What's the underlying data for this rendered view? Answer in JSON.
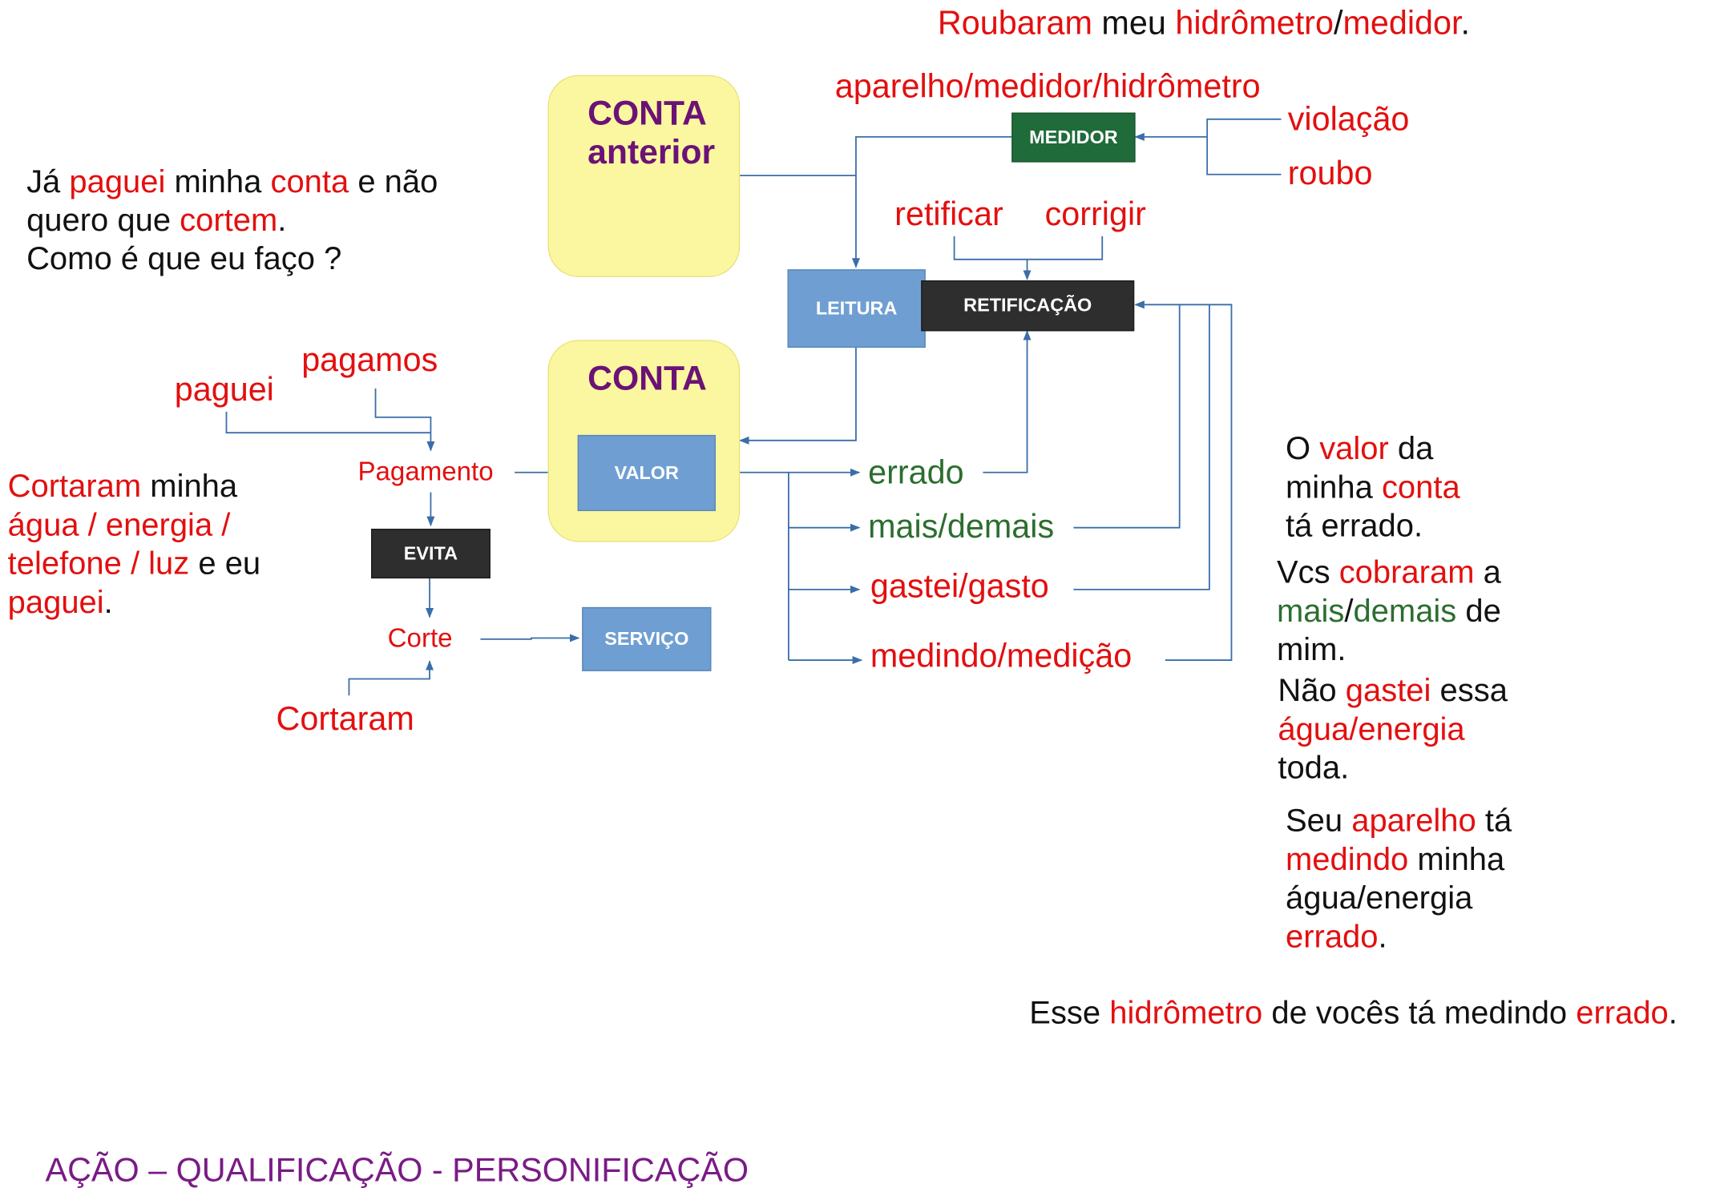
{
  "top_sentence": {
    "w1": "Roubaram",
    "w2": " meu ",
    "w3": "hidrômetro",
    "w4": "/",
    "w5": "medidor",
    "w6": "."
  },
  "device_label": "aparelho/medidor/hidrômetro",
  "violacao": "violação",
  "roubo": "roubo",
  "retificar": "retificar",
  "corrigir": "corrigir",
  "boxes": {
    "medidor": "MEDIDOR",
    "leitura": "LEITURA",
    "retificacao": "RETIFICAÇÃO",
    "valor": "VALOR",
    "evita": "EVITA",
    "servico": "SERVIÇO"
  },
  "conta_anterior": {
    "line1": "CONTA",
    "line2": "anterior"
  },
  "conta": "CONTA",
  "paid_question": {
    "l1a": "Já ",
    "l1b": "paguei",
    "l1c": " minha ",
    "l1d": "conta",
    "l1e": " e não",
    "l2a": "quero que ",
    "l2b": "cortem",
    "l2c": ".",
    "l3": "Como é que eu faço ?"
  },
  "pagamos": "pagamos",
  "paguei": "paguei",
  "pagamento": "Pagamento",
  "corte": "Corte",
  "cortaram": "Cortaram",
  "cut_complaint": {
    "l1a": "Cortaram",
    "l1b": " minha",
    "l2": "água / energia /",
    "l3a": "telefone / luz",
    "l3b": " e eu",
    "l4a": "paguei",
    "l4b": "."
  },
  "branches": {
    "errado": "errado",
    "mais_demais": "mais/demais",
    "gastei_gasto": "gastei/gasto",
    "medindo_medicao": "medindo/medição"
  },
  "right_text": {
    "p1": {
      "l1a": "O ",
      "l1b": "valor",
      "l1c": " da",
      "l2a": "minha ",
      "l2b": "conta",
      "l3": "tá errado."
    },
    "p2": {
      "l1a": "Vcs ",
      "l1b": "cobraram",
      "l1c": " a",
      "l2a": "mais",
      "l2b": "/",
      "l2c": "demais",
      "l2d": " de",
      "l3": "mim."
    },
    "p3": {
      "l1a": "Não ",
      "l1b": "gastei",
      "l1c": " essa",
      "l2": "água/energia",
      "l3": "toda."
    },
    "p4": {
      "l1a": "Seu ",
      "l1b": "aparelho",
      "l1c": " tá",
      "l2a": "medindo",
      "l2b": " minha",
      "l3": "água/energia",
      "l4a": "errado",
      "l4b": "."
    }
  },
  "bottom_sentence": {
    "w1": "Esse ",
    "w2": "hidrômetro",
    "w3": " de vocês tá medindo ",
    "w4": "errado",
    "w5": "."
  },
  "footer": "AÇÃO – QUALIFICAÇÃO - PERSONIFICAÇÃO",
  "colors": {
    "red": "#e30f0f",
    "green": "#2c6e2f",
    "purple": "#6b1277",
    "line": "#3a6ea8"
  }
}
